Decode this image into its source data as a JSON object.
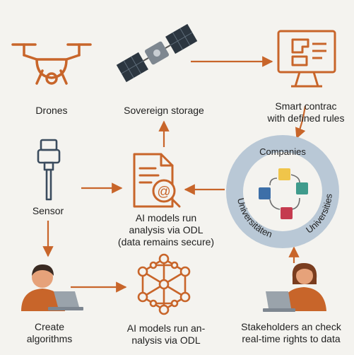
{
  "nodes": {
    "drones": {
      "label": "Drones"
    },
    "storage": {
      "label": "Sovereign storage"
    },
    "contract": {
      "line1": "Smart contrac",
      "line2": "with defined rules"
    },
    "sensor": {
      "label": "Sensor"
    },
    "ai_secure": {
      "line1": "AI models run",
      "line2": "analysis via ODL",
      "line3": "(data remains secure)"
    },
    "algorithms": {
      "line1": "Create",
      "line2": "algorithms"
    },
    "ai_network": {
      "line1": "AI models run an-",
      "line2": "nalysis via ODL"
    },
    "stakeholders": {
      "line1": "Stakeholders an check",
      "line2": "real-time rights to data"
    }
  },
  "ring": {
    "top": "Companies",
    "left": "Universitäten",
    "right": "Universities"
  },
  "colors": {
    "accent": "#c8652a",
    "ring": "#b9c8d6",
    "ring_inner": "#f4f3ef",
    "tile_yellow": "#f0c54a",
    "tile_blue": "#3d6fa8",
    "tile_green": "#3f9b8c",
    "tile_red": "#c53b4f",
    "satellite_body": "#7e8790",
    "satellite_panel": "#2c3640",
    "skin": "#e6a27a",
    "hair": "#3a2a22",
    "laptop": "#9aa3ab"
  }
}
